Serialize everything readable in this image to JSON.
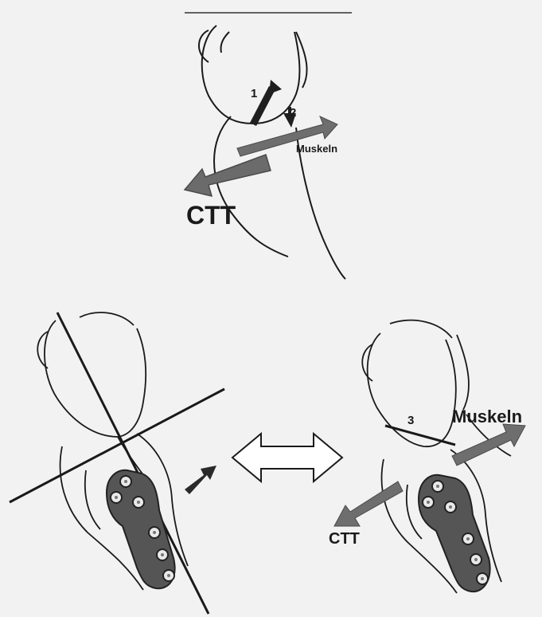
{
  "figure": {
    "top": {
      "label_1": "1",
      "label_2": "2",
      "label_muscles": "Muskeln",
      "label_ctt": "CTT"
    },
    "bottom_left": {
      "screw_count": 6
    },
    "bottom_right": {
      "label_3": "3",
      "label_muscles": "Muskeln",
      "label_ctt": "CTT",
      "screw_count": 6
    },
    "colors": {
      "outline": "#1a1a1a",
      "arrow_gray": "#6e6e6e",
      "plate": "#555555",
      "background": "#f2f2f2"
    }
  }
}
